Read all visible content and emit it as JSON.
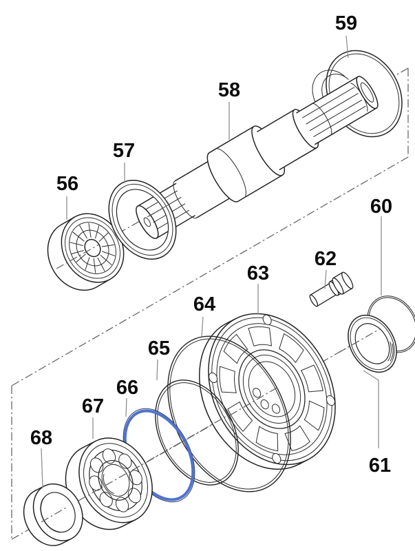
{
  "diagram": {
    "kind": "exploded-parts-diagram",
    "parts": [
      {
        "number": "56"
      },
      {
        "number": "57"
      },
      {
        "number": "58"
      },
      {
        "number": "59"
      },
      {
        "number": "60"
      },
      {
        "number": "61"
      },
      {
        "number": "62"
      },
      {
        "number": "63"
      },
      {
        "number": "64"
      },
      {
        "number": "65"
      },
      {
        "number": "66",
        "highlighted": true
      },
      {
        "number": "67"
      },
      {
        "number": "68"
      }
    ],
    "colors": {
      "line": "#222222",
      "leader": "#8f8f8f",
      "chain": "#5c5c5c",
      "highlight": "#4f74cd",
      "highlight_edge": "#2b3a66",
      "background": "#ffffff"
    }
  }
}
